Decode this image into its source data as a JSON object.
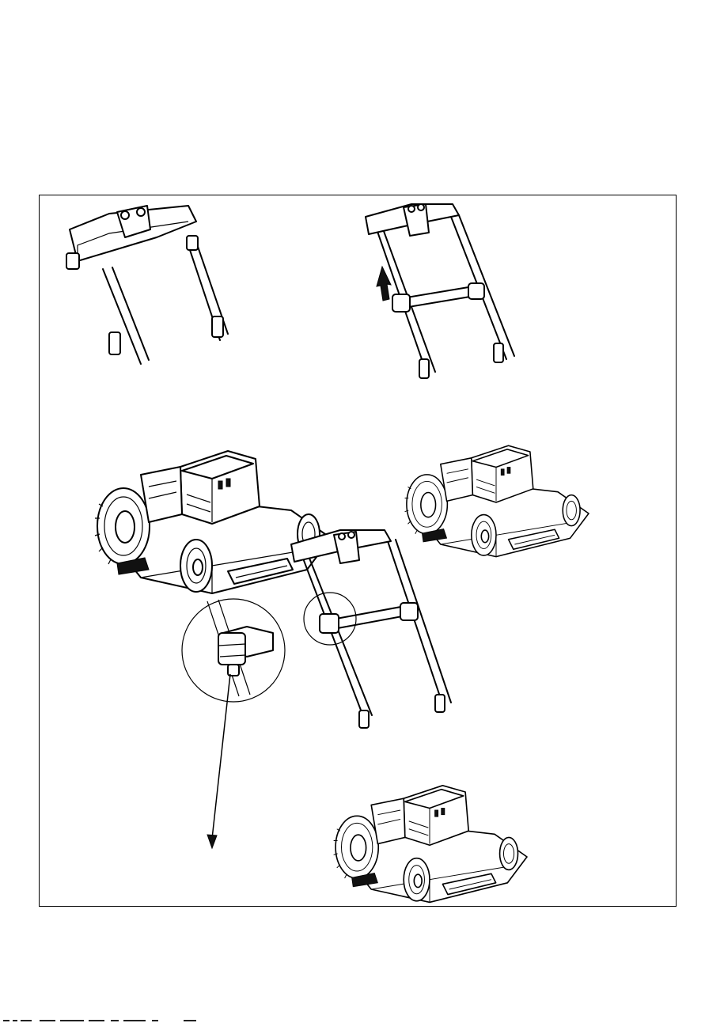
{
  "figure": {
    "panels": [
      {
        "name": "mower-handle-folded",
        "description_icon": "lawn-mower-illustration"
      },
      {
        "name": "mower-handle-raised",
        "description_icon": "lawn-mower-illustration"
      },
      {
        "name": "mower-handle-locked",
        "description_icon": "lawn-mower-illustration"
      }
    ],
    "arrow_up_icon": "arrow-up-icon",
    "detail_circle_icon": "magnifier-detail-icon",
    "pointer_arrow_icon": "arrow-down-icon"
  },
  "colors": {
    "line": "#000000",
    "paper": "#ffffff"
  }
}
